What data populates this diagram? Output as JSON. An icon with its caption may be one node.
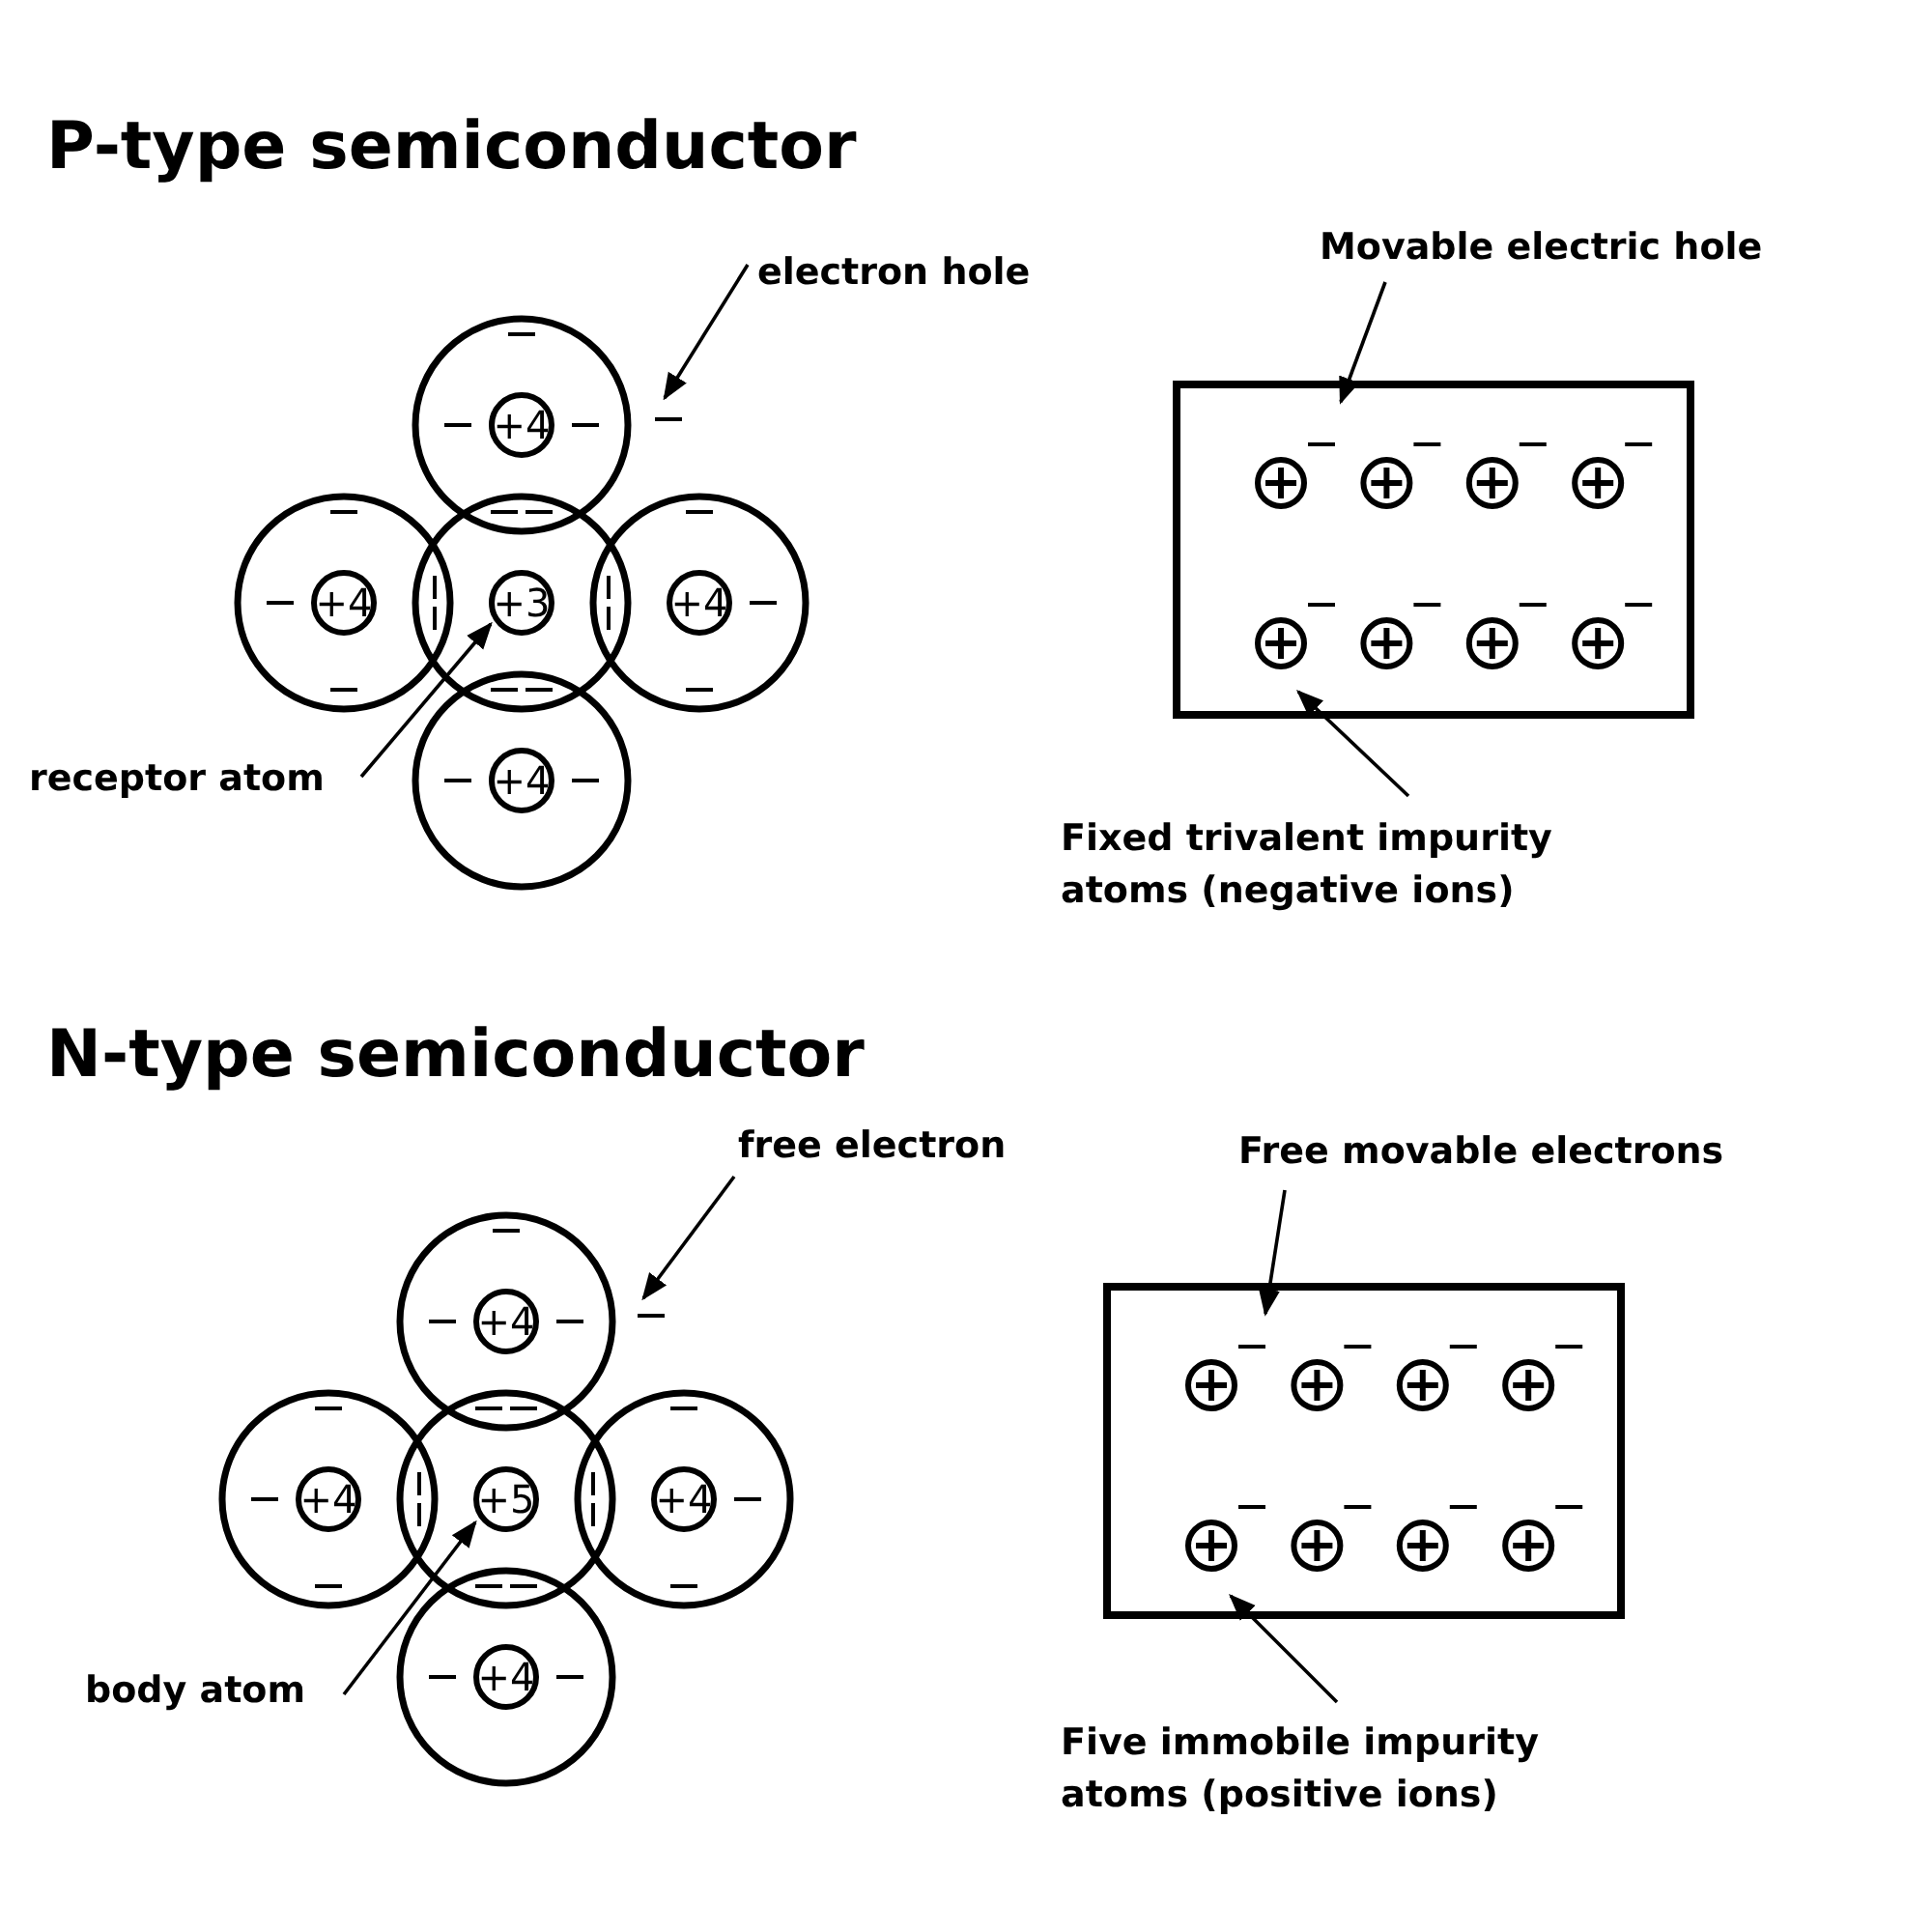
{
  "diagram": {
    "nodes": [
      {
        "text": [
          "electron hole"
        ]
      },
      {
        "text": [],
        "shape": "circle"
      },
      {
        "text": [
          "+4"
        ],
        "in": 1
      },
      {
        "text": [],
        "shape": "circle"
      },
      {
        "text": [
          "+4"
        ],
        "in": 3
      },
      {
        "text": [],
        "shape": "circle"
      },
      {
        "text": [
          "+3"
        ],
        "in": 5
      },
      {
        "text": [],
        "shape": "circle"
      },
      {
        "text": [
          "+4"
        ],
        "in": 7
      },
      {
        "text": [],
        "shape": "circle"
      },
      {
        "text": [
          "+4"
        ],
        "in": 9
      },
      {
        "text": [
          "receptor atom"
        ]
      },
      {
        "text": [
          "Movable electric hole"
        ]
      },
      {
        "text": [],
        "shape": "box"
      },
      {
        "text": [
          "Fixed trivalent impurity atoms (negative ions)"
        ]
      },
      {
        "text": [
          "free electron"
        ]
      },
      {
        "text": [],
        "shape": "circle"
      },
      {
        "text": [
          "+4"
        ],
        "in": 16
      },
      {
        "text": [],
        "shape": "circle"
      },
      {
        "text": [
          "+4"
        ],
        "in": 18
      },
      {
        "text": [],
        "shape": "circle"
      },
      {
        "text": [
          "+5"
        ],
        "in": 20
      },
      {
        "text": [],
        "shape": "circle"
      },
      {
        "text": [
          "+4"
        ],
        "in": 22
      },
      {
        "text": [],
        "shape": "circle"
      },
      {
        "text": [
          "+4"
        ],
        "in": 24
      },
      {
        "text": [
          "body atom"
        ]
      },
      {
        "text": [
          "Free movable electrons"
        ]
      },
      {
        "text": [],
        "shape": "box"
      },
      {
        "text": [
          "Five immobile impurity atoms (positive ions)"
        ]
      },
      {
        "text": [],
        "shape": "bar"
      },
      {
        "text": [],
        "shape": "bar"
      }
    ],
    "edges": [
      {
        "from": 0,
        "to": 30,
        "arrow": "to"
      },
      {
        "from": 11,
        "to": 6,
        "arrow": "to"
      },
      {
        "from": 12,
        "to": 13,
        "arrow": "to"
      },
      {
        "from": 14,
        "to": 13,
        "arrow": "to"
      },
      {
        "from": 15,
        "to": 31,
        "arrow": "to"
      },
      {
        "from": 26,
        "to": 21,
        "arrow": "to"
      },
      {
        "from": 27,
        "to": 28,
        "arrow": "to"
      },
      {
        "from": 29,
        "to": 28,
        "arrow": "to"
      }
    ],
    "labels": [
      "P-type semiconductor",
      "N-type semiconductor"
    ]
  }
}
